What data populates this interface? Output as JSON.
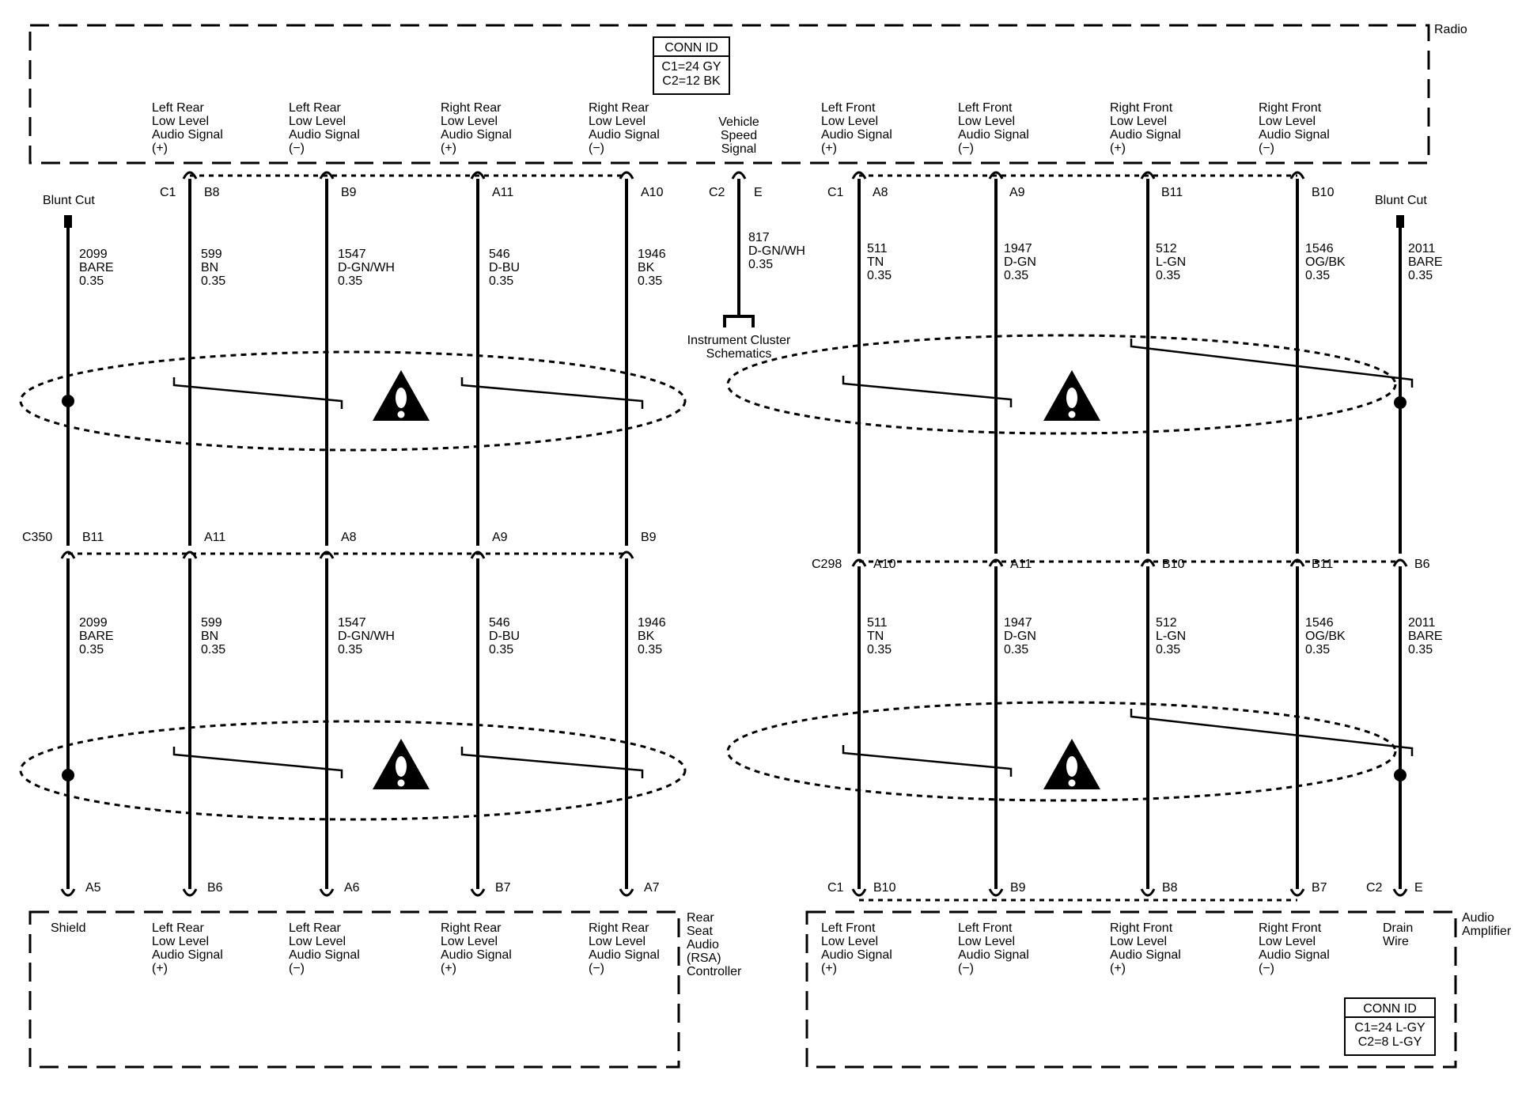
{
  "modules": {
    "radio": {
      "label": [
        "Radio"
      ]
    },
    "rsa": {
      "label": [
        "Rear",
        "Seat",
        "Audio",
        "(RSA)",
        "Controller"
      ]
    },
    "amplifier": {
      "label": [
        "Audio",
        "Amplifier"
      ]
    }
  },
  "conn_ids": {
    "radio": {
      "title": "CONN ID",
      "lines": [
        "C1=24 GY",
        "C2=12 BK"
      ]
    },
    "amplifier": {
      "title": "CONN ID",
      "lines": [
        "C1=24 L-GY",
        "C2=8 L-GY"
      ]
    }
  },
  "radio_signals": [
    [
      "Left Rear",
      "Low Level",
      "Audio Signal",
      "(+)"
    ],
    [
      "Left Rear",
      "Low Level",
      "Audio Signal",
      "(−)"
    ],
    [
      "Right Rear",
      "Low Level",
      "Audio Signal",
      "(+)"
    ],
    [
      "Right Rear",
      "Low Level",
      "Audio Signal",
      "(−)"
    ],
    [
      "Vehicle",
      "Speed",
      "Signal"
    ],
    [
      "Left Front",
      "Low Level",
      "Audio Signal",
      "(+)"
    ],
    [
      "Left Front",
      "Low Level",
      "Audio Signal",
      "(−)"
    ],
    [
      "Right Front",
      "Low Level",
      "Audio Signal",
      "(+)"
    ],
    [
      "Right Front",
      "Low Level",
      "Audio Signal",
      "(−)"
    ]
  ],
  "rsa_signals": [
    [
      "Shield"
    ],
    [
      "Left Rear",
      "Low Level",
      "Audio Signal",
      "(+)"
    ],
    [
      "Left Rear",
      "Low Level",
      "Audio Signal",
      "(−)"
    ],
    [
      "Right Rear",
      "Low Level",
      "Audio Signal",
      "(+)"
    ],
    [
      "Right Rear",
      "Low Level",
      "Audio Signal",
      "(−)"
    ]
  ],
  "amp_signals": [
    [
      "Left Front",
      "Low Level",
      "Audio Signal",
      "(+)"
    ],
    [
      "Left Front",
      "Low Level",
      "Audio Signal",
      "(−)"
    ],
    [
      "Right Front",
      "Low Level",
      "Audio Signal",
      "(+)"
    ],
    [
      "Right Front",
      "Low Level",
      "Audio Signal",
      "(−)"
    ],
    [
      "Drain",
      "Wire"
    ]
  ],
  "blunt_cut": "Blunt Cut",
  "instrument_cluster": [
    "Instrument Cluster",
    "Schematics"
  ],
  "connector_names": {
    "radio_left": "C1",
    "radio_c2": "C2",
    "radio_right": "C1",
    "c350": "C350",
    "c298": "C298",
    "amp_c1": "C1",
    "amp_c2": "C2"
  },
  "pins": {
    "radio_top": [
      "B8",
      "B9",
      "A11",
      "A10",
      "E",
      "A8",
      "A9",
      "B11",
      "B10"
    ],
    "c350": [
      "B11",
      "A11",
      "A8",
      "A9",
      "B9"
    ],
    "c298": [
      "A10",
      "A11",
      "B10",
      "B11",
      "B6"
    ],
    "rsa": [
      "A5",
      "B6",
      "A6",
      "B7",
      "A7"
    ],
    "amp": [
      "B10",
      "B9",
      "B8",
      "B7",
      "E"
    ]
  },
  "wires": {
    "left_upper": [
      [
        "2099",
        "BARE",
        "0.35"
      ],
      [
        "599",
        "BN",
        "0.35"
      ],
      [
        "1547",
        "D-GN/WH",
        "0.35"
      ],
      [
        "546",
        "D-BU",
        "0.35"
      ],
      [
        "1946",
        "BK",
        "0.35"
      ]
    ],
    "left_lower": [
      [
        "2099",
        "BARE",
        "0.35"
      ],
      [
        "599",
        "BN",
        "0.35"
      ],
      [
        "1547",
        "D-GN/WH",
        "0.35"
      ],
      [
        "546",
        "D-BU",
        "0.35"
      ],
      [
        "1946",
        "BK",
        "0.35"
      ]
    ],
    "vss": [
      "817",
      "D-GN/WH",
      "0.35"
    ],
    "right_upper": [
      [
        "511",
        "TN",
        "0.35"
      ],
      [
        "1947",
        "D-GN",
        "0.35"
      ],
      [
        "512",
        "L-GN",
        "0.35"
      ],
      [
        "1546",
        "OG/BK",
        "0.35"
      ],
      [
        "2011",
        "BARE",
        "0.35"
      ]
    ],
    "right_lower": [
      [
        "511",
        "TN",
        "0.35"
      ],
      [
        "1947",
        "D-GN",
        "0.35"
      ],
      [
        "512",
        "L-GN",
        "0.35"
      ],
      [
        "1546",
        "OG/BK",
        "0.35"
      ],
      [
        "2011",
        "BARE",
        "0.35"
      ]
    ]
  },
  "warning_symbol": "!"
}
